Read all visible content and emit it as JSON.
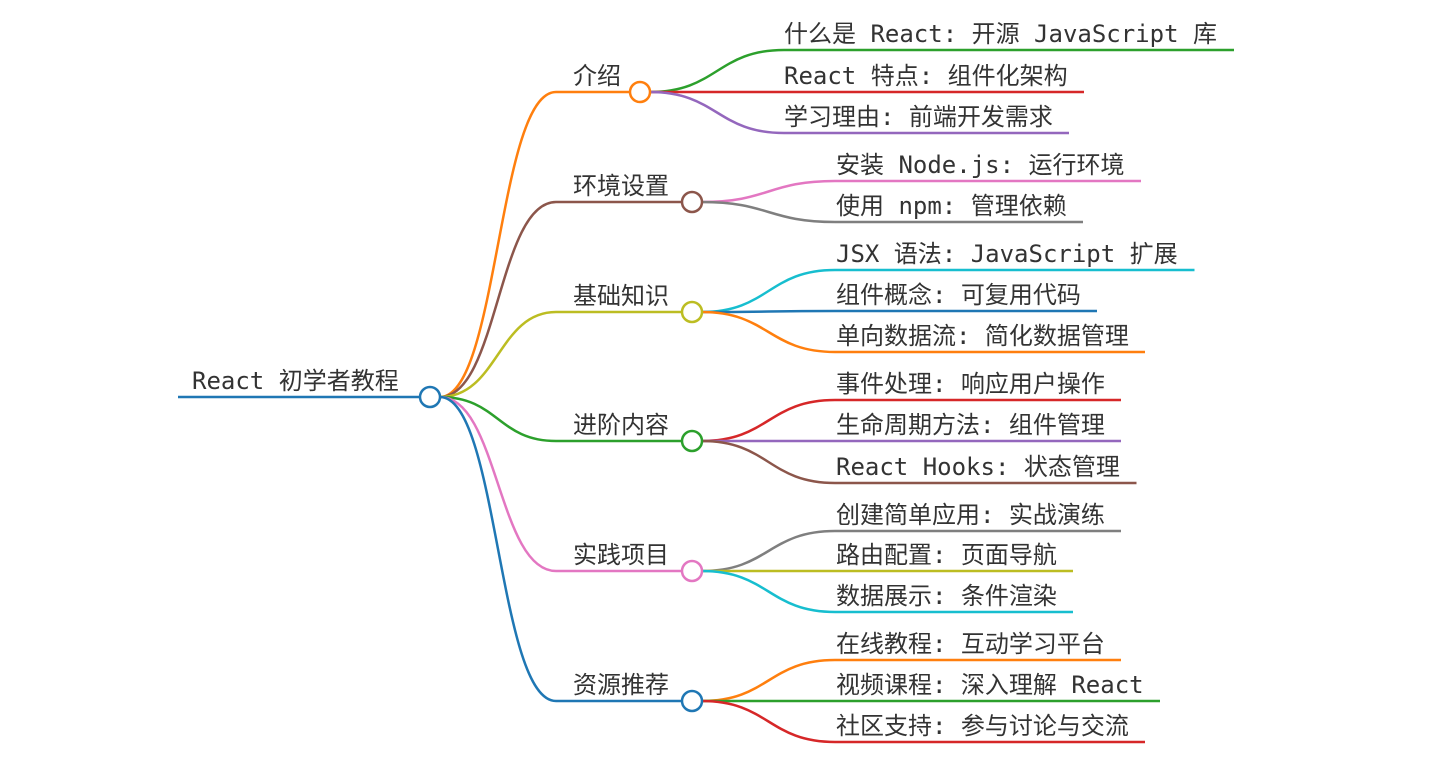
{
  "root": {
    "label": "React 初学者教程",
    "color": "#1f77b4"
  },
  "branches": [
    {
      "label": "介绍",
      "color": "#ff7f0e",
      "children": [
        {
          "label": "什么是 React: 开源 JavaScript 库",
          "color": "#2ca02c"
        },
        {
          "label": "React 特点: 组件化架构",
          "color": "#d62728"
        },
        {
          "label": "学习理由: 前端开发需求",
          "color": "#9467bd"
        }
      ]
    },
    {
      "label": "环境设置",
      "color": "#8c564b",
      "children": [
        {
          "label": "安装 Node.js: 运行环境",
          "color": "#e377c2"
        },
        {
          "label": "使用 npm: 管理依赖",
          "color": "#7f7f7f"
        }
      ]
    },
    {
      "label": "基础知识",
      "color": "#bcbd22",
      "children": [
        {
          "label": "JSX 语法: JavaScript 扩展",
          "color": "#17becf"
        },
        {
          "label": "组件概念: 可复用代码",
          "color": "#1f77b4"
        },
        {
          "label": "单向数据流: 简化数据管理",
          "color": "#ff7f0e"
        }
      ]
    },
    {
      "label": "进阶内容",
      "color": "#2ca02c",
      "children": [
        {
          "label": "事件处理: 响应用户操作",
          "color": "#d62728"
        },
        {
          "label": "生命周期方法: 组件管理",
          "color": "#9467bd"
        },
        {
          "label": "React Hooks: 状态管理",
          "color": "#8c564b"
        }
      ]
    },
    {
      "label": "实践项目",
      "color": "#e377c2",
      "children": [
        {
          "label": "创建简单应用: 实战演练",
          "color": "#7f7f7f"
        },
        {
          "label": "路由配置: 页面导航",
          "color": "#bcbd22"
        },
        {
          "label": "数据展示: 条件渲染",
          "color": "#17becf"
        }
      ]
    },
    {
      "label": "资源推荐",
      "color": "#1f77b4",
      "children": [
        {
          "label": "在线教程: 互动学习平台",
          "color": "#ff7f0e"
        },
        {
          "label": "视频课程: 深入理解 React",
          "color": "#2ca02c"
        },
        {
          "label": "社区支持: 参与讨论与交流",
          "color": "#d62728"
        }
      ]
    }
  ]
}
